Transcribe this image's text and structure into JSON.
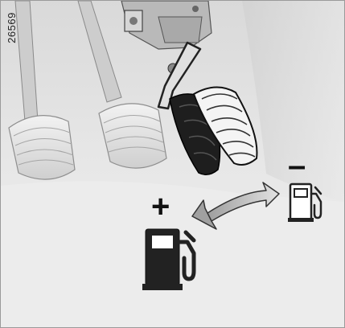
{
  "figure_id": "26569",
  "plus_symbol": "+",
  "minus_symbol": "–",
  "icons": {
    "high_consumption": "fuel-pump-icon-filled",
    "low_consumption": "fuel-pump-icon-outline",
    "arrow": "double-headed-curved-arrow"
  },
  "colors": {
    "background": "#e6e6e6",
    "pedal_dark": "#1e1e1e",
    "icon_dark": "#222222"
  }
}
